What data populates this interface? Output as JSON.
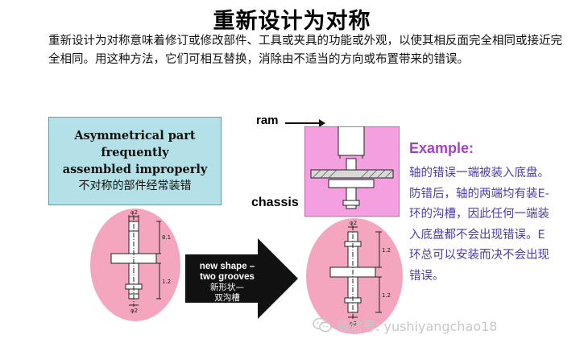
{
  "slide": {
    "title": "重新设计为对称",
    "intro": "重新设计为对称意味着修订或修改部件、工具或夹具的功能或外观，以使其相反面完全相同或接近完全相同。用这种方法，它们可相互替换，消除由不适当的方向或布置带来的错误。"
  },
  "asymmetric_box": {
    "line1": "Asymmetrical part",
    "line2": "frequently",
    "line3": "assembled improperly",
    "line_cn": "不对称的部件经常装错"
  },
  "labels": {
    "ram": "ram",
    "chassis": "chassis"
  },
  "arrow": {
    "line1": "new shape –",
    "line2": "two grooves",
    "line_cn1": "新形状—",
    "line_cn2": "双沟槽"
  },
  "example": {
    "title": "Example:",
    "text": "轴的错误一端被装入底盘。防错后，轴的两端均有装E-环的沟槽，因此任何一端装入底盘都不会出现错误。E环总可以安装而决不会出现错误。"
  },
  "drawing_labels": {
    "left_top_dim": "φ2",
    "left_side_dim1": "8.1",
    "left_side_dim2": "1.2",
    "left_bottom_dim": "φ2",
    "right_top_dim": "φ2",
    "right_side_dim1": "1.2",
    "right_side_dim2": "1.2",
    "right_bottom_dim": "φ2"
  },
  "watermark": {
    "text": "微信号: yushiyangchao18"
  },
  "colors": {
    "pink": "#f4a6bf",
    "teal_box": "#b4e1e7",
    "magenta_box": "#f39fe0",
    "example_title": "#a241c6",
    "example_text": "#4d3ea6"
  }
}
